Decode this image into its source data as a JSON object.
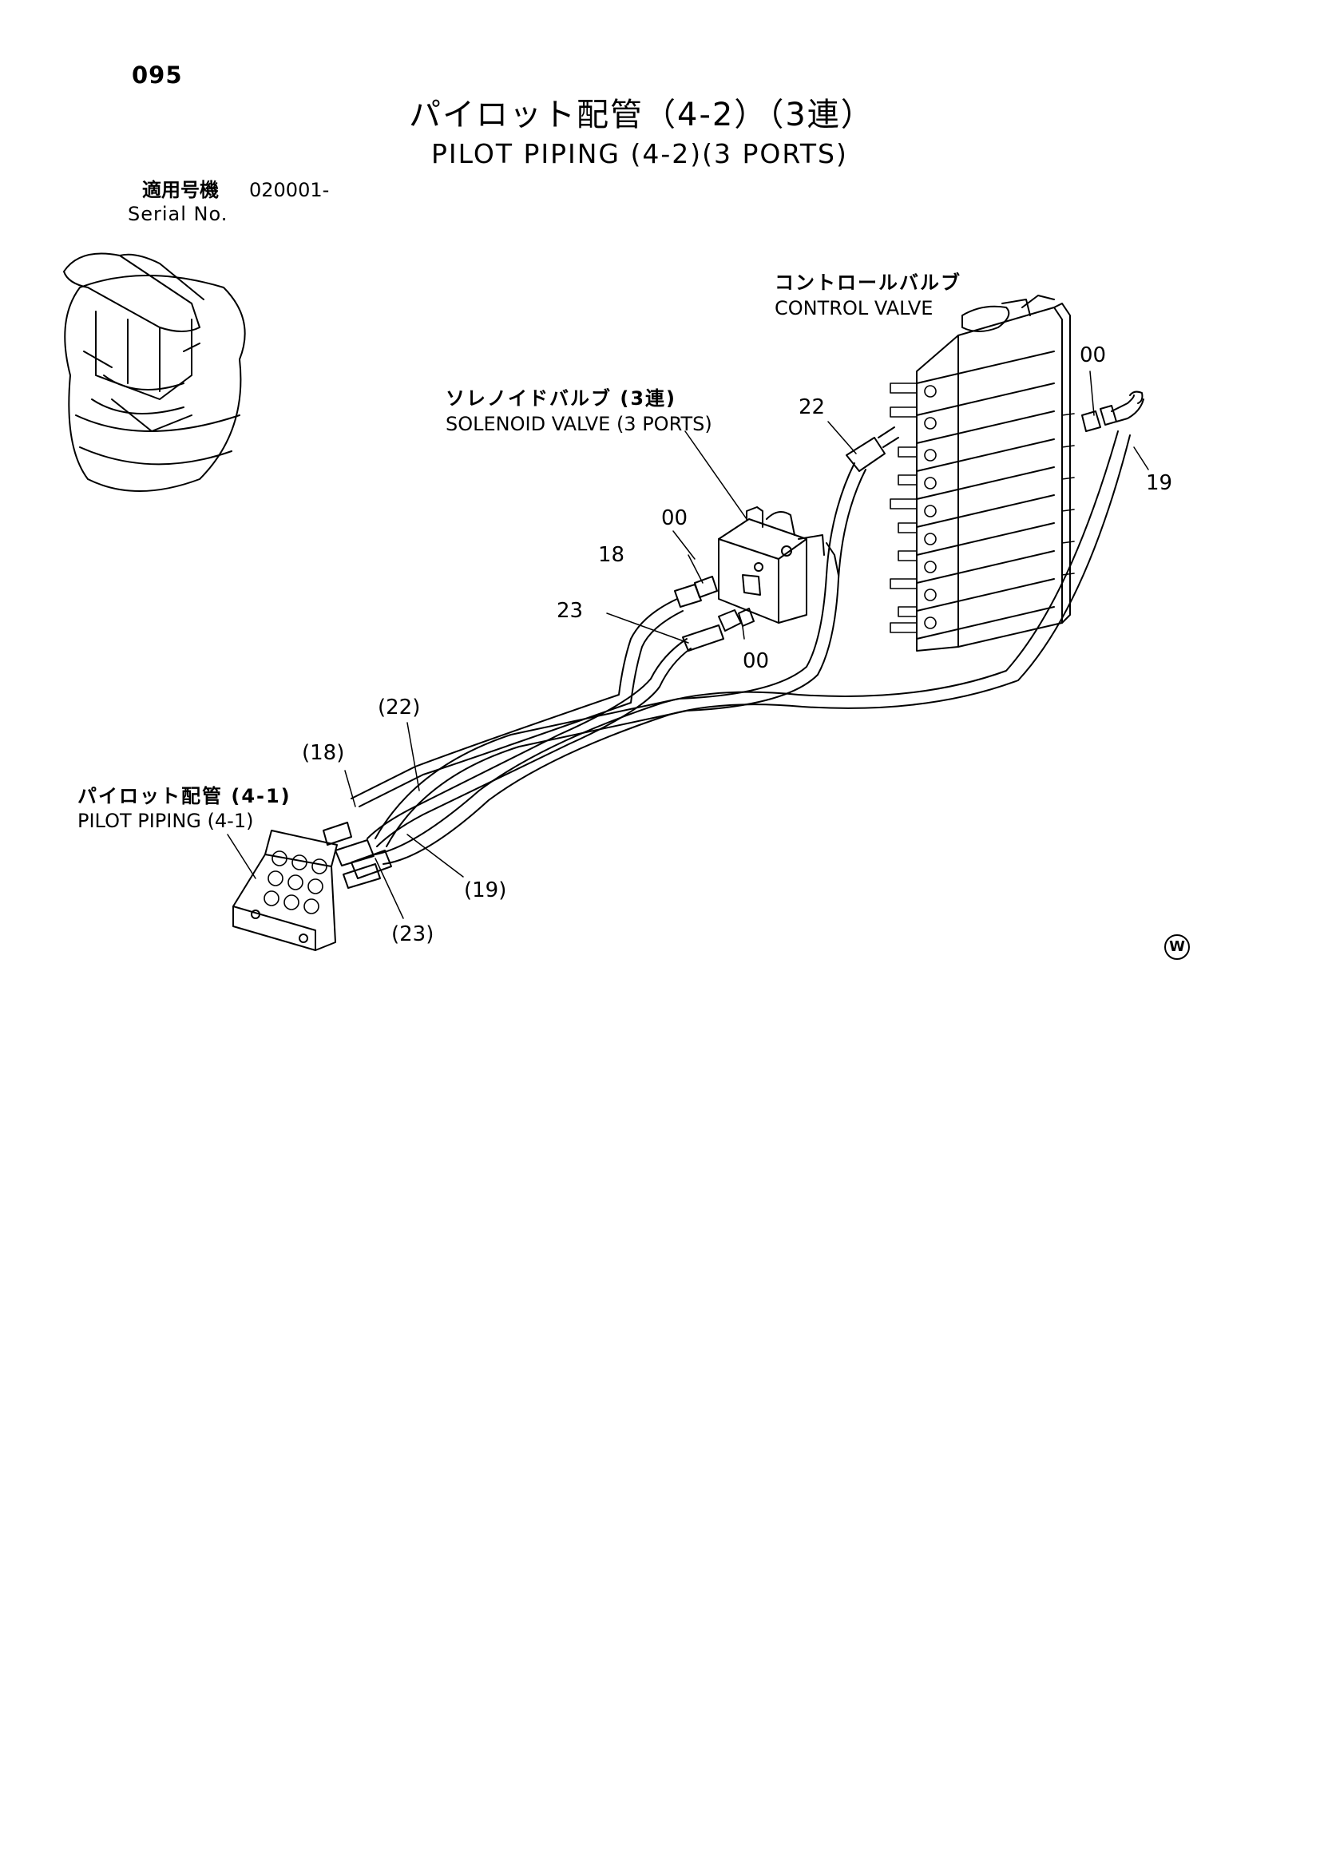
{
  "page_number": "095",
  "title_jp": "パイロット配管（4-2）（3連）",
  "title_en": "PILOT PIPING (4-2)(3 PORTS)",
  "serial": {
    "label_jp": "適用号機",
    "value": "020001-",
    "label_en": "Serial No."
  },
  "labels": {
    "control_valve_jp": "コントロールバルブ",
    "control_valve_en": "CONTROL VALVE",
    "solenoid_valve_jp": "ソレノイドバルブ (3連)",
    "solenoid_valve_en": "SOLENOID VALVE (3 PORTS)",
    "pilot_piping_jp": "パイロット配管 (4-1)",
    "pilot_piping_en": "PILOT PIPING (4-1)"
  },
  "callouts": {
    "c22": "22",
    "c00_cv": "00",
    "c19": "19",
    "c00_sv_top": "00",
    "c18": "18",
    "c23": "23",
    "c00_sv_bottom": "00",
    "c22_ref": "(22)",
    "c18_ref": "(18)",
    "c19_ref": "(19)",
    "c23_ref": "(23)"
  },
  "corner_mark": "W"
}
